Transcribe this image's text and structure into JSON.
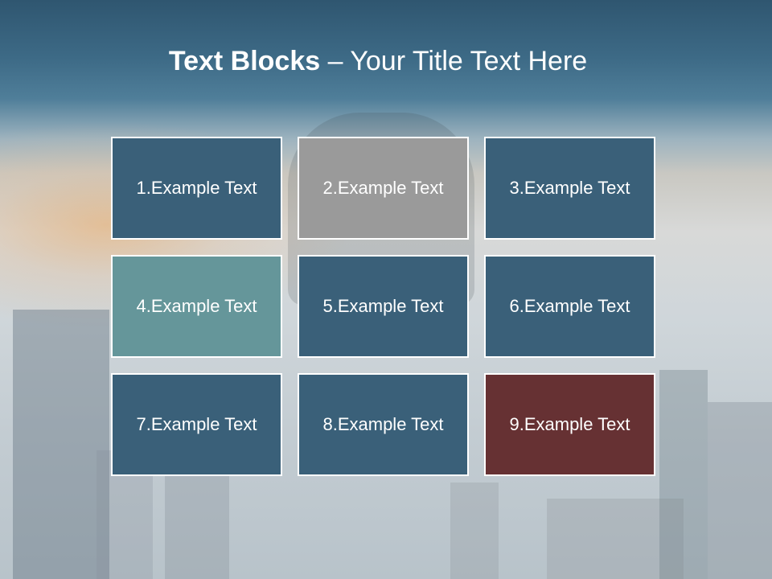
{
  "slide": {
    "title_bold": "Text Blocks",
    "title_dash": " – ",
    "title_rest": "Your Title Text Here"
  },
  "colors": {
    "blue": "#3a6079",
    "gray": "#9a9a9a",
    "teal": "#65969a",
    "red": "#663133",
    "border": "#ffffff",
    "text": "#ffffff"
  },
  "blocks": [
    {
      "label": "1.Example Text",
      "color": "blue"
    },
    {
      "label": "2.Example Text",
      "color": "gray"
    },
    {
      "label": "3.Example Text",
      "color": "blue"
    },
    {
      "label": "4.Example Text",
      "color": "teal"
    },
    {
      "label": "5.Example Text",
      "color": "blue"
    },
    {
      "label": "6.Example Text",
      "color": "blue"
    },
    {
      "label": "7.Example Text",
      "color": "blue"
    },
    {
      "label": "8.Example Text",
      "color": "blue"
    },
    {
      "label": "9.Example Text",
      "color": "red"
    }
  ]
}
